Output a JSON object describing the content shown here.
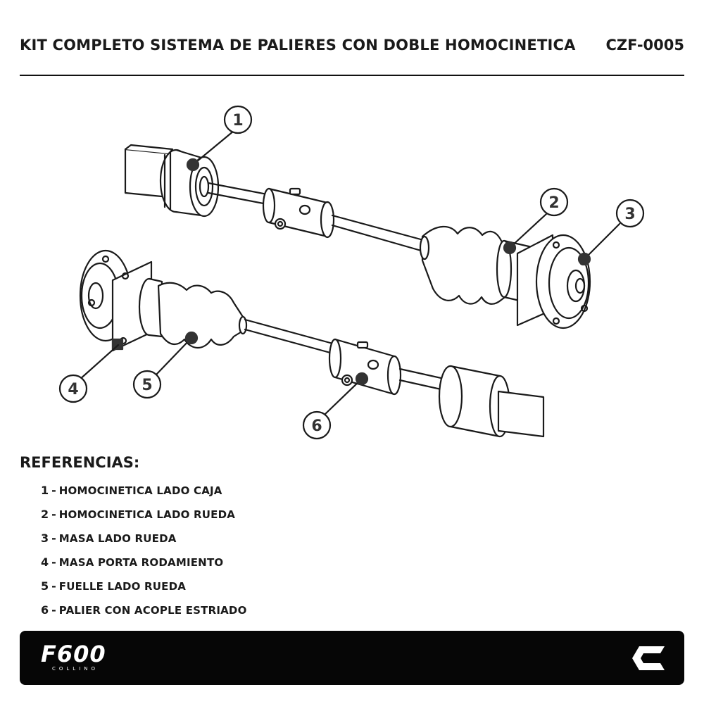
{
  "header": {
    "title": "KIT COMPLETO SISTEMA DE PALIERES CON DOBLE HOMOCINETICA",
    "code": "CZF-0005"
  },
  "diagram": {
    "callouts": [
      "1",
      "2",
      "3",
      "4",
      "5",
      "6"
    ]
  },
  "references": {
    "title": "REFERENCIAS:",
    "items": [
      {
        "num": "1",
        "text": "HOMOCINETICA LADO CAJA"
      },
      {
        "num": "2",
        "text": "HOMOCINETICA LADO RUEDA"
      },
      {
        "num": "3",
        "text": "MASA LADO RUEDA"
      },
      {
        "num": "4",
        "text": "MASA PORTA RODAMIENTO"
      },
      {
        "num": "5",
        "text": "FUELLE LADO RUEDA"
      },
      {
        "num": "6",
        "text": "PALIER CON ACOPLE ESTRIADO"
      }
    ]
  },
  "footer": {
    "logo_text": "F600",
    "logo_subtext": "COLLINO",
    "brand_icon": "c-brand-icon"
  }
}
